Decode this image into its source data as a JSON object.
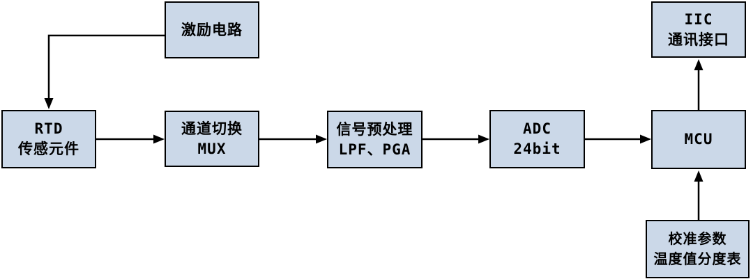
{
  "colors": {
    "box_fill": "#CBD8E8",
    "box_border": "#000000",
    "arrow": "#000000",
    "background": "#FFFFFF"
  },
  "nodes": {
    "excitation": {
      "lines": [
        "激励电路"
      ]
    },
    "rtd": {
      "lines": [
        "RTD",
        "传感元件"
      ]
    },
    "mux": {
      "lines": [
        "通道切换",
        "MUX"
      ]
    },
    "preprocess": {
      "lines": [
        "信号预处理",
        "LPF、PGA"
      ]
    },
    "adc": {
      "lines": [
        "ADC",
        "24bit"
      ]
    },
    "mcu": {
      "lines": [
        "MCU"
      ]
    },
    "iic": {
      "lines": [
        "IIC",
        "通讯接口"
      ]
    },
    "calibration": {
      "lines": [
        "校准参数",
        "温度值分度表"
      ]
    }
  },
  "edges": [
    {
      "from": "excitation",
      "to": "rtd"
    },
    {
      "from": "rtd",
      "to": "mux"
    },
    {
      "from": "mux",
      "to": "preprocess"
    },
    {
      "from": "preprocess",
      "to": "adc"
    },
    {
      "from": "adc",
      "to": "mcu"
    },
    {
      "from": "mcu",
      "to": "iic"
    },
    {
      "from": "calibration",
      "to": "mcu"
    }
  ]
}
